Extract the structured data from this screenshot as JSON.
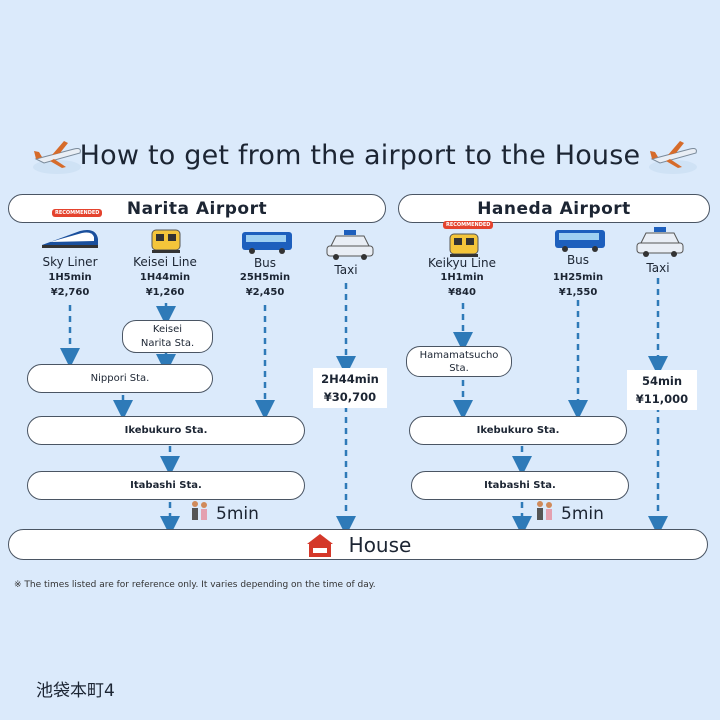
{
  "title": "How to get from the airport to the House",
  "colors": {
    "background": "#dbeafb",
    "arrow": "#2e7ab8",
    "pill_border": "#4a5563",
    "recommend": "#e4432e",
    "house_icon": "#d4382a"
  },
  "badge_text": "RECOMMENDED",
  "narita": {
    "name": "Narita Airport",
    "routes": [
      {
        "label": "Sky Liner",
        "time": "1H5min",
        "price": "¥2,760",
        "icon": "train-icon",
        "recommended": true
      },
      {
        "label": "Keisei Line",
        "time": "1H44min",
        "price": "¥1,260",
        "icon": "train-icon"
      },
      {
        "label": "Bus",
        "time": "25H5min",
        "price": "¥2,450",
        "icon": "bus-icon"
      },
      {
        "label": "Taxi",
        "time": "2H44min",
        "price": "¥30,700",
        "icon": "taxi-icon"
      }
    ],
    "stations": {
      "keisei_narita": "Keisei\nNarita  Sta.",
      "nippori": "Nippori    Sta.",
      "ikebukuro": "Ikebukuro Sta.",
      "itabashi": "Itabashi  Sta."
    },
    "walk": "5min"
  },
  "haneda": {
    "name": "Haneda Airport",
    "routes": [
      {
        "label": "Keikyu Line",
        "time": "1H1min",
        "price": "¥840",
        "icon": "train-icon",
        "recommended": true
      },
      {
        "label": "Bus",
        "time": "1H25min",
        "price": "¥1,550",
        "icon": "bus-icon"
      },
      {
        "label": "Taxi",
        "time": "54min",
        "price": "¥11,000",
        "icon": "taxi-icon"
      }
    ],
    "stations": {
      "hamamatsucho": "Hamamatsucho\nSta.",
      "ikebukuro": "Ikebukuro    Sta.",
      "itabashi": "Itabashi  Sta."
    },
    "walk": "5min"
  },
  "house": "House",
  "note": "※ The times listed are for reference only. It varies depending on the time of day.",
  "address": "池袋本町4"
}
